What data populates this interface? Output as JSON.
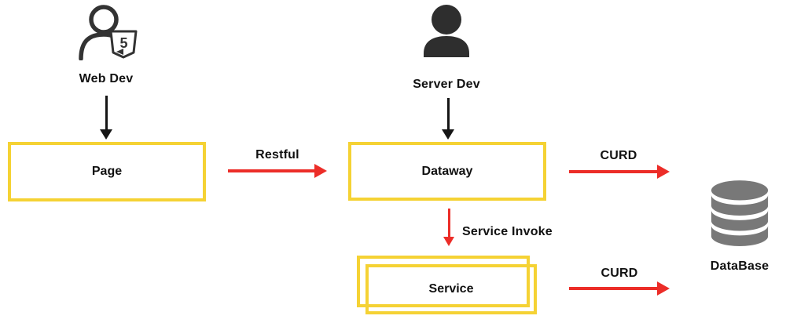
{
  "actors": {
    "web_dev": {
      "label": "Web Dev",
      "icon": "web-developer-with-html5-shield",
      "badge": "5"
    },
    "server_dev": {
      "label": "Server Dev",
      "icon": "person-silhouette"
    }
  },
  "nodes": {
    "page": {
      "label": "Page"
    },
    "dataway": {
      "label": "Dataway"
    },
    "service": {
      "label": "Service",
      "style": "stacked-boxes"
    },
    "database": {
      "label": "DataBase",
      "icon": "database-cylinder"
    }
  },
  "edges": {
    "webdev_to_page": {
      "from": "Web Dev",
      "to": "Page",
      "label": "",
      "color": "black",
      "direction": "down"
    },
    "serverdev_to_dataway": {
      "from": "Server Dev",
      "to": "Dataway",
      "label": "",
      "color": "black",
      "direction": "down"
    },
    "restful": {
      "from": "Page",
      "to": "Dataway",
      "label": "Restful",
      "color": "red",
      "direction": "right"
    },
    "curd_top": {
      "from": "Dataway",
      "to": "DataBase",
      "label": "CURD",
      "color": "red",
      "direction": "right"
    },
    "service_invoke": {
      "from": "Dataway",
      "to": "Service",
      "label": "Service Invoke",
      "color": "red",
      "direction": "down"
    },
    "curd_bottom": {
      "from": "Service",
      "to": "DataBase",
      "label": "CURD",
      "color": "red",
      "direction": "right"
    }
  },
  "colors": {
    "box_border_yellow": "#F5D234",
    "arrow_red": "#EC2D28",
    "arrow_black": "#151515",
    "database_gray": "#787878",
    "icon_dark": "#2E2E2E",
    "text": "#111111",
    "background": "#FFFFFF"
  }
}
